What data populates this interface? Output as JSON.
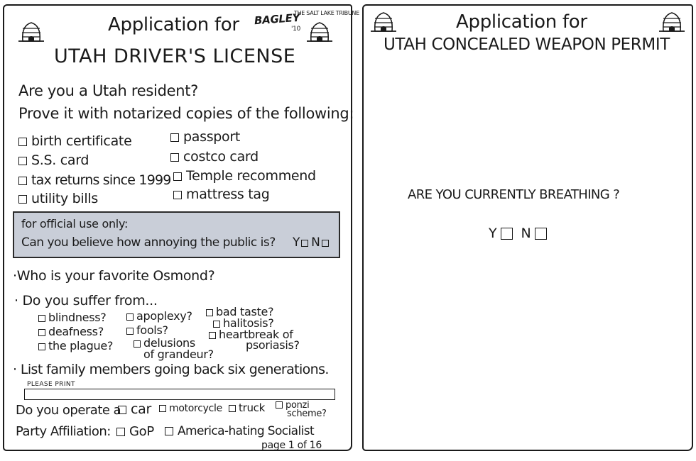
{
  "left": {
    "title": "Application for",
    "subtitle": "UTAH DRIVER'S LICENSE",
    "q_resident": "Are you a Utah resident?",
    "q_prove": "Prove it with notarized copies of the following:",
    "docs": {
      "birth": "birth certificate",
      "ss": "S.S. card",
      "tax": "tax returns since 1999",
      "utility": "utility bills",
      "passport": "passport",
      "costco": "costco card",
      "temple": "Temple recommend",
      "mattress": "mattress tag"
    },
    "official": {
      "heading": "for official use only:",
      "question": "Can you believe how annoying the public is?",
      "yes": "Y",
      "no": "N"
    },
    "q_osmond": "·Who is your favorite Osmond?",
    "q_suffer": "· Do you suffer from...",
    "ailments": {
      "blindness": "blindness?",
      "apoplexy": "apoplexy?",
      "bad_taste": "bad taste?",
      "halitosis": "halitosis?",
      "deafness": "deafness?",
      "fools": "fools?",
      "heartbreak_1": "heartbreak of",
      "heartbreak_2": "psoriasis?",
      "plague": "the plague?",
      "delusions_1": "delusions",
      "delusions_2": "of grandeur?"
    },
    "q_family": "· List family members going back six generations.",
    "please_print": "PLEASE PRINT",
    "q_operate": "Do you operate a",
    "vehicles": {
      "car": "car",
      "motorcycle": "motorcycle",
      "truck": "truck",
      "ponzi_1": "ponzi",
      "ponzi_2": "scheme?"
    },
    "party_label": "Party Affiliation:",
    "parties": {
      "gop": "GoP",
      "socialist": "America-hating Socialist"
    },
    "page": "page 1 of 16",
    "signature": "BAGLEY",
    "signature_year": "'10",
    "credit": "THE SALT LAKE TRIBUNE"
  },
  "right": {
    "title": "Application for",
    "subtitle": "UTAH CONCEALED WEAPON PERMIT",
    "question": "ARE YOU CURRENTLY BREATHING ?",
    "yes": "Y",
    "no": "N"
  },
  "icons": {
    "seal": "beehive-icon"
  },
  "colors": {
    "official_bg": "#c9ced8",
    "ink": "#1a1a1a"
  }
}
